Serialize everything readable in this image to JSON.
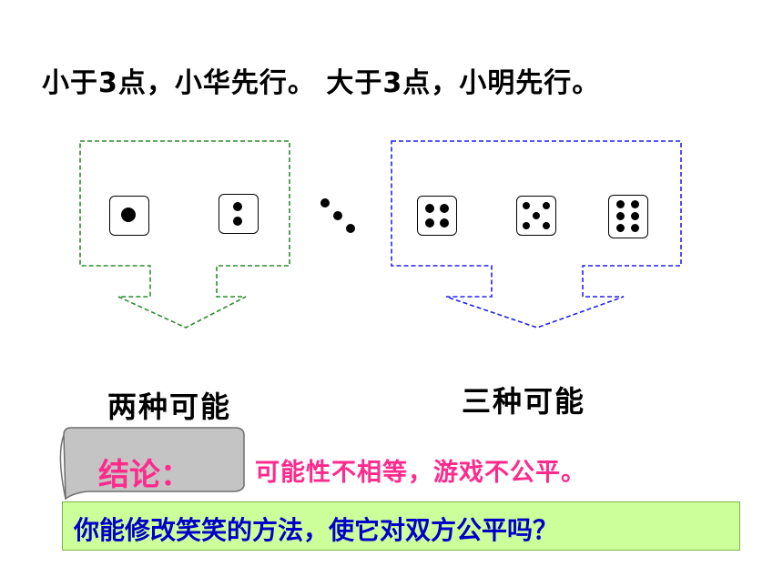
{
  "rule_text": {
    "part1": "小于3点，小华先行。",
    "part2": "大于3点，小明先行。"
  },
  "dice": [
    {
      "face": 1
    },
    {
      "face": 2
    },
    {
      "face": 3
    },
    {
      "face": 4
    },
    {
      "face": 5
    },
    {
      "face": 6
    }
  ],
  "left_group": {
    "label": "两种可能",
    "color": "#2e8b2e"
  },
  "right_group": {
    "label": "三种可能",
    "color": "#2222ee"
  },
  "conclusion": {
    "title": "结论：",
    "text": "可能性不相等，游戏不公平。",
    "color": "#ff2a8c"
  },
  "question": {
    "text": "你能修改笑笑的方法，使它对双方公平吗？",
    "color": "#0000c8",
    "background": "#ccff99"
  }
}
